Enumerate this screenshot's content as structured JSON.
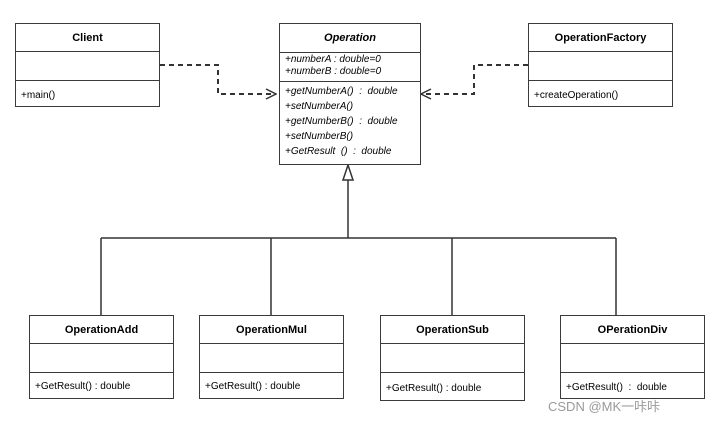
{
  "classes": {
    "client": {
      "name": "Client",
      "attributes": [],
      "operations": [
        "+main()"
      ]
    },
    "operation": {
      "name": "Operation",
      "attributes": [
        "+numberA : double=0",
        "+numberB : double=0"
      ],
      "operations": [
        "+getNumberA()  :  double",
        "+setNumberA()",
        "+getNumberB()  :  double",
        "+setNumberB()",
        "+GetResult  ()  :  double"
      ]
    },
    "factory": {
      "name": "OperationFactory",
      "attributes": [],
      "operations": [
        "+createOperation()"
      ]
    },
    "add": {
      "name": "OperationAdd",
      "attributes": [],
      "operations": [
        "+GetResult() : double"
      ]
    },
    "mul": {
      "name": "OperationMul",
      "attributes": [],
      "operations": [
        "+GetResult() : double"
      ]
    },
    "sub": {
      "name": "OperationSub",
      "attributes": [],
      "operations": [
        "+GetResult() : double"
      ]
    },
    "div": {
      "name": "OPerationDiv",
      "attributes": [],
      "operations": [
        "+GetResult()  :  double"
      ]
    }
  },
  "watermark": "CSDN @MK一咔咔"
}
